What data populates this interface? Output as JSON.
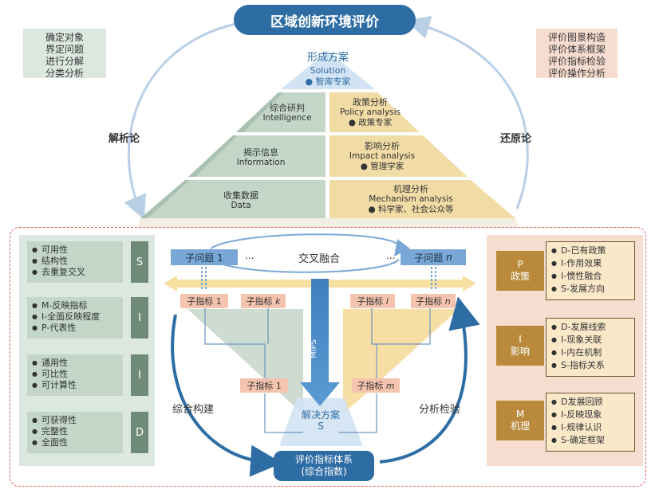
{
  "title": "区域创新环境评价",
  "left_note": [
    "确定对象",
    "界定问题",
    "进行分解",
    "分类分析"
  ],
  "right_note": [
    "评价图景构造",
    "评价体系框架",
    "评价指标检验",
    "评价操作分析"
  ],
  "side_left": "解析论",
  "side_right": "还原论",
  "apex": {
    "title": "形成方案",
    "en": "Solution",
    "note": "● 智库专家"
  },
  "pyramid_left": [
    {
      "cn": "综合研判",
      "en": "Intelligence"
    },
    {
      "cn": "揭示信息",
      "en": "Information"
    },
    {
      "cn": "收集数据",
      "en": "Data"
    }
  ],
  "pyramid_right": [
    {
      "cn": "政策分析",
      "en": "Policy analysis",
      "note": "● 政策专家"
    },
    {
      "cn": "影响分析",
      "en": "Impact analysis",
      "note": "● 管理学家"
    },
    {
      "cn": "机理分析",
      "en": "Mechanism analysis",
      "note": "● 科学家、社会公众等"
    }
  ],
  "left_groups": [
    {
      "items": [
        "可用性",
        "结构性",
        "去重复交叉"
      ],
      "tag": "S"
    },
    {
      "items": [
        "M-反映指标",
        "I-全面反映程度",
        "P-代表性"
      ],
      "tag": "I"
    },
    {
      "items": [
        "通用性",
        "可比性",
        "可计算性"
      ],
      "tag": "I"
    },
    {
      "items": [
        "可获得性",
        "完整性",
        "全面性"
      ],
      "tag": "D"
    }
  ],
  "right_groups": [
    {
      "tag_letter": "P",
      "tag_cn": "政策",
      "items": [
        "D-已有政策",
        "I-作用效果",
        "I-惯性融合",
        "S-发展方向"
      ]
    },
    {
      "tag_letter": "I",
      "tag_cn": "影响",
      "items": [
        "D-发展线索",
        "I-现象关联",
        "I-内在机制",
        "S-指标关系"
      ]
    },
    {
      "tag_letter": "M",
      "tag_cn": "机理",
      "items": [
        "D发展回顾",
        "I-反映现象",
        "I-规律认识",
        "S-确定框架"
      ]
    }
  ],
  "center": {
    "subq1": "子问题 1",
    "subq_dots_left": "...",
    "cross": "交叉融合",
    "subq_dots_right": "...",
    "subqn_cn": "子问题",
    "subqn_var": "n",
    "sub1": "子指标 1",
    "subk_cn": "子指标",
    "subk_var": "k",
    "subl_cn": "子指标",
    "subl_var": "l",
    "subn_cn": "子指标",
    "subn_var": "n",
    "mid1": "子指标 1",
    "midm_cn": "子指标",
    "midm_var": "m",
    "mips": "MIPS",
    "solution_cn": "解决方案",
    "solution_s": "S",
    "left_arrow_label": "综合构建",
    "right_arrow_label": "分析检验",
    "bottom_line1": "评价指标体系",
    "bottom_line2": "(综合指数)"
  }
}
